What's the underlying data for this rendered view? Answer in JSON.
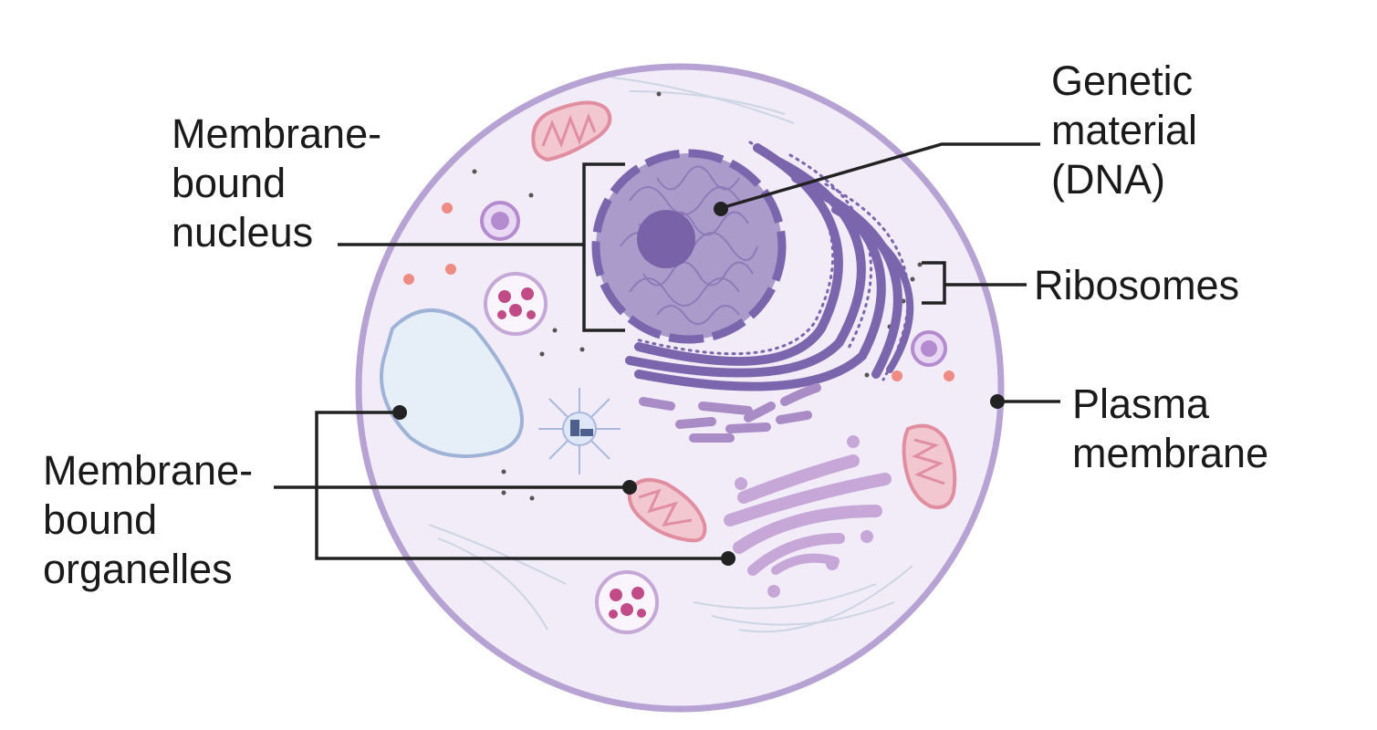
{
  "labels": {
    "nucleus": [
      "Membrane-",
      "bound",
      "nucleus"
    ],
    "dna": [
      "Genetic",
      "material",
      "(DNA)"
    ],
    "ribosomes": "Ribosomes",
    "plasma_membrane": [
      "Plasma",
      "membrane"
    ],
    "organelles": [
      "Membrane-",
      "bound",
      "organelles"
    ]
  },
  "colors": {
    "cytoplasm": "#f1ecf8",
    "membrane": "#b6a2d3",
    "nucleus": "#ab9bcb",
    "nucleolus": "#7a62a8",
    "er": "#7b66ad",
    "mitochondria": "#e8a7b4",
    "golgi": "#c6a7d8",
    "vacuole": "#e6eef8",
    "leader": "#222222"
  }
}
